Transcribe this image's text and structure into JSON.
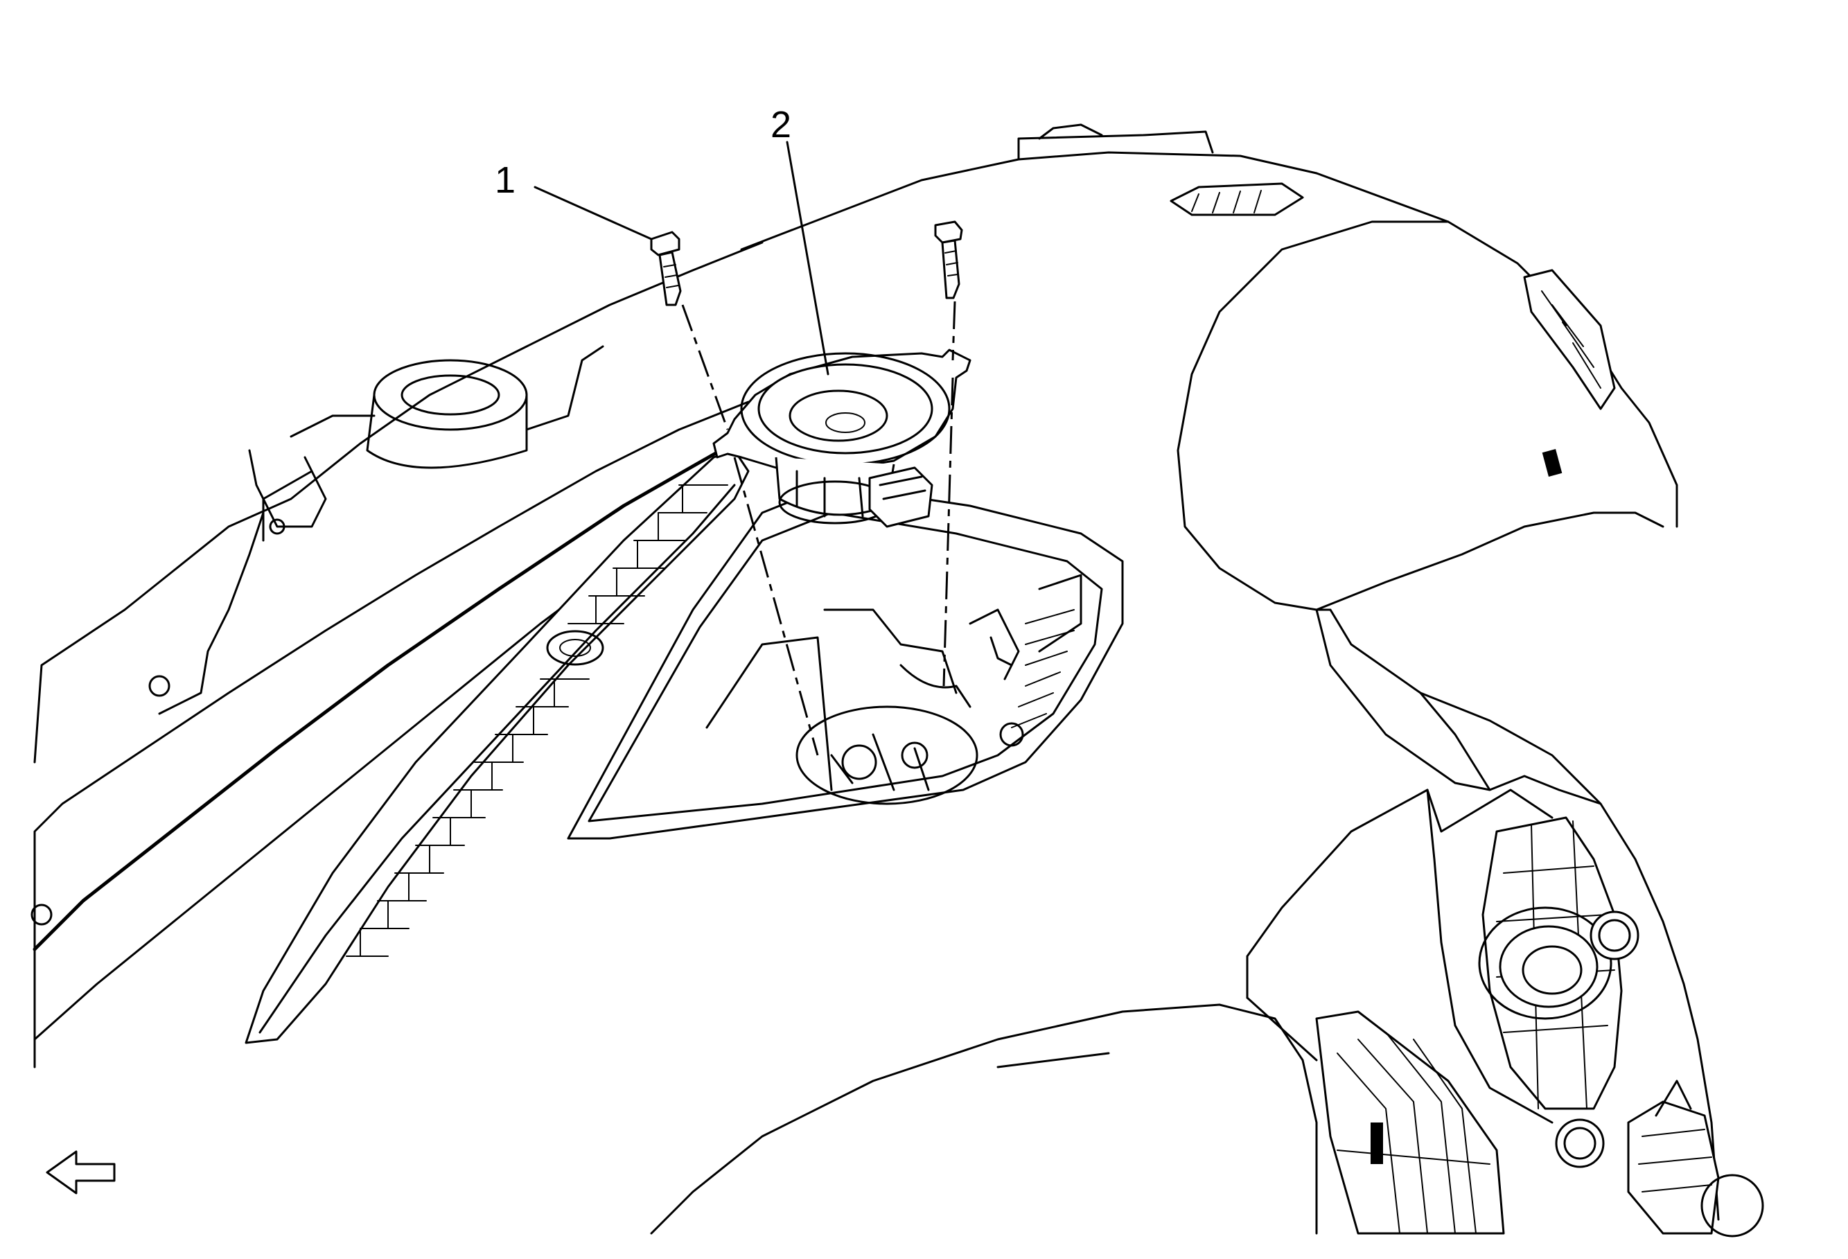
{
  "diagram": {
    "callouts": [
      {
        "id": "1",
        "label": "1"
      },
      {
        "id": "2",
        "label": "2"
      }
    ],
    "icons": {
      "direction": "arrow-left-icon"
    },
    "colors": {
      "line": "#000000",
      "background": "#ffffff"
    }
  }
}
